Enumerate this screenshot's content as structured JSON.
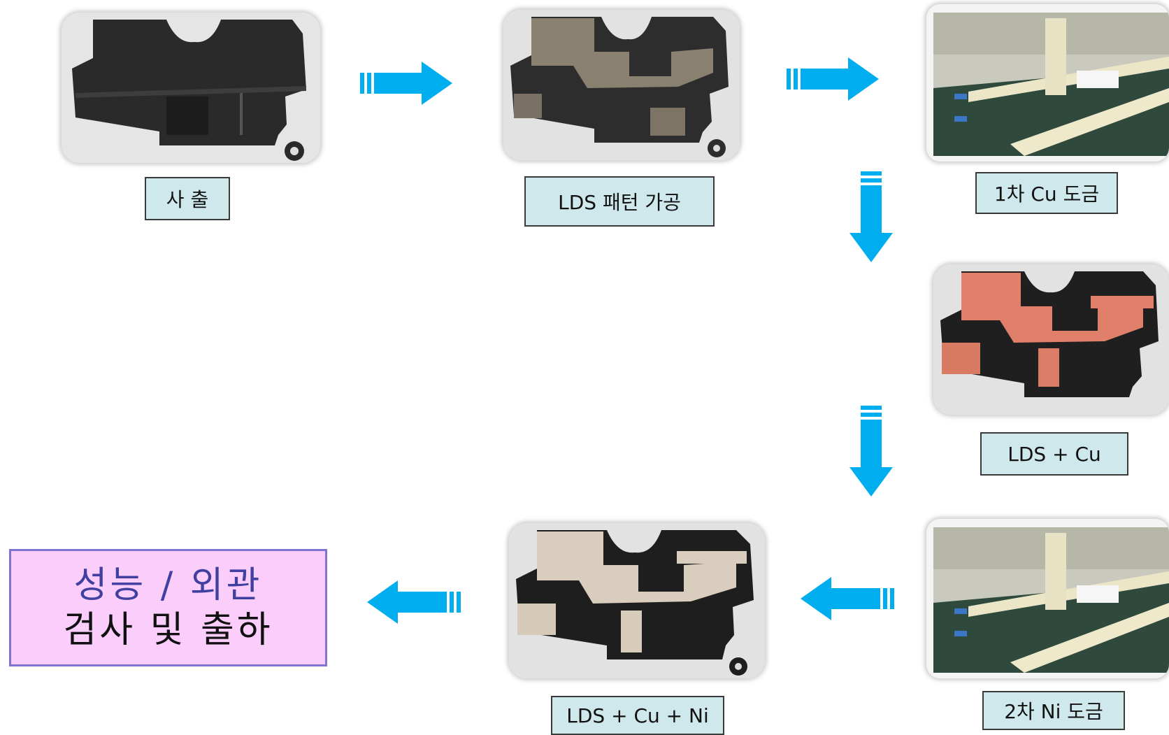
{
  "steps": [
    {
      "id": "injection",
      "label": "사 출"
    },
    {
      "id": "lds-pattern",
      "label": "LDS  패턴 가공"
    },
    {
      "id": "cu-plating-1",
      "label": "1차 Cu 도금"
    },
    {
      "id": "lds-cu",
      "label": "LDS + Cu"
    },
    {
      "id": "ni-plating-2",
      "label": "2차 Ni 도금"
    },
    {
      "id": "lds-cu-ni",
      "label": "LDS + Cu + Ni"
    }
  ],
  "final": {
    "line1": "성능 / 외관",
    "line2": "검사 및 출하"
  },
  "colors": {
    "arrow": "#00aeef",
    "label_bg": "#cfe8ec",
    "final_bg": "#fbcdfb",
    "final_border": "#8173d1",
    "copper": "#e0806a",
    "nickel": "#d9cdbd",
    "laser": "#8a8070"
  }
}
